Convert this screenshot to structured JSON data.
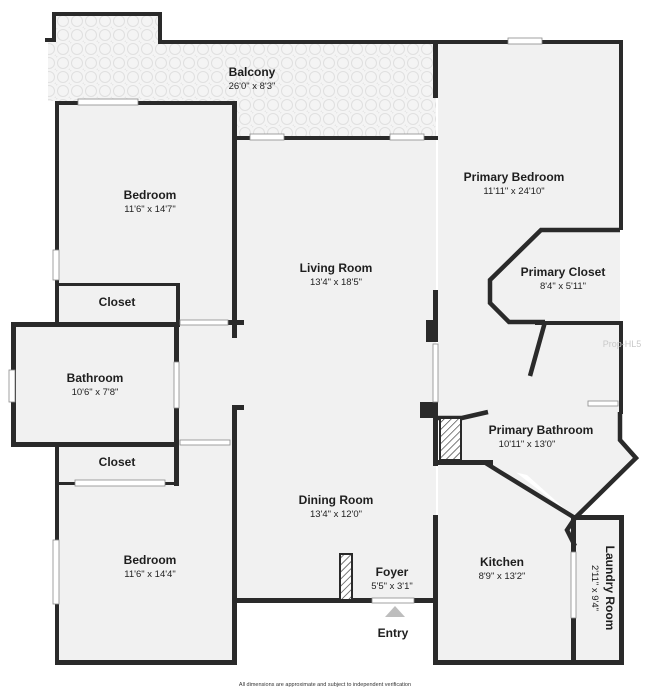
{
  "rooms": {
    "balcony": {
      "name": "Balcony",
      "dims": "26'0\" x 8'3\""
    },
    "bedroom_1": {
      "name": "Bedroom",
      "dims": "11'6\" x 14'7\""
    },
    "closet_1": {
      "name": "Closet"
    },
    "bathroom": {
      "name": "Bathroom",
      "dims": "10'6\" x 7'8\""
    },
    "closet_2": {
      "name": "Closet"
    },
    "bedroom_2": {
      "name": "Bedroom",
      "dims": "11'6\" x 14'4\""
    },
    "living_room": {
      "name": "Living Room",
      "dims": "13'4\" x 18'5\""
    },
    "dining_room": {
      "name": "Dining Room",
      "dims": "13'4\" x 12'0\""
    },
    "foyer": {
      "name": "Foyer",
      "dims": "5'5\" x 3'1\""
    },
    "primary_bedroom": {
      "name": "Primary Bedroom",
      "dims": "11'11\" x 24'10\""
    },
    "primary_closet": {
      "name": "Primary Closet",
      "dims": "8'4\" x 5'11\""
    },
    "primary_bathroom": {
      "name": "Primary Bathroom",
      "dims": "10'11\" x 13'0\""
    },
    "kitchen": {
      "name": "Kitchen",
      "dims": "8'9\" x 13'2\""
    },
    "laundry_room": {
      "name": "Laundry Room",
      "dims": "2'11\" x 9'4\""
    }
  },
  "entry_label": "Entry",
  "footer_note": "All dimensions are approximate and subject to independent verification",
  "watermark": "Prop-HL5",
  "colors": {
    "wall": "#2a2a2a",
    "floor": "#f1f1f1",
    "balcony_tile": "#e4e4e4",
    "entry_arrow": "#bdbdbd"
  }
}
